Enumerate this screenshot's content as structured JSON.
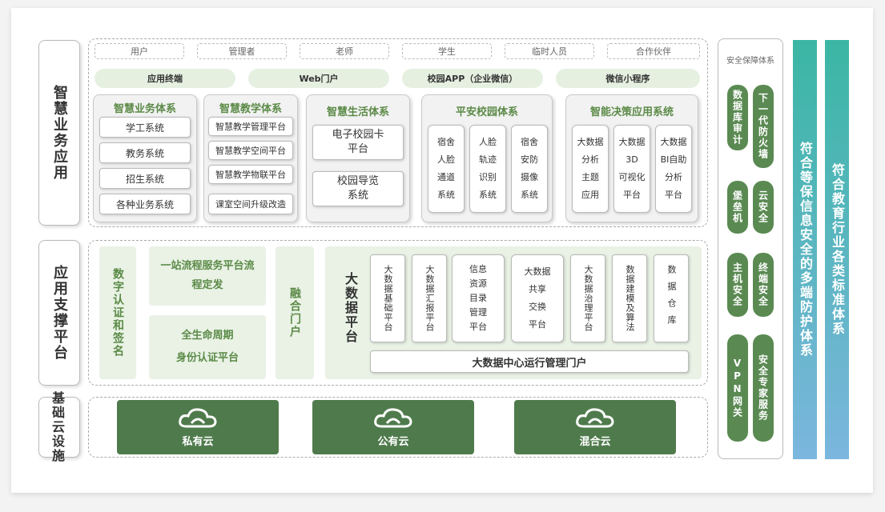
{
  "left_labels": {
    "smart_app": "智慧业务应用",
    "app_support": "应用支撑平台",
    "cloud_infra": "基础云设施"
  },
  "users": [
    "用户",
    "管理者",
    "老师",
    "学生",
    "临时人员",
    "合作伙伴"
  ],
  "channels": [
    "应用终端",
    "Web门户",
    "校园APP（企业微信）",
    "微信小程序"
  ],
  "biz_system": {
    "title": "智慧业务体系",
    "items": [
      "学工系统",
      "教务系统",
      "招生系统",
      "各种业务系统"
    ]
  },
  "teaching_system": {
    "title": "智慧教学体系",
    "items": [
      "智慧教学管理平台",
      "智慧教学空间平台",
      "智慧教学物联平台",
      "课室空间升级改造"
    ]
  },
  "life_system": {
    "title": "智慧生活体系",
    "items": [
      [
        "电子校园卡",
        "平台"
      ],
      [
        "校园导览",
        "系统"
      ]
    ]
  },
  "safe_campus": {
    "title": "平安校园体系",
    "items": [
      [
        "宿舍",
        "人脸",
        "通道",
        "系统"
      ],
      [
        "人脸",
        "轨迹",
        "识别",
        "系统"
      ],
      [
        "宿舍",
        "安防",
        "摄像",
        "系统"
      ]
    ]
  },
  "decision": {
    "title": "智能决策应用系统",
    "items": [
      [
        "大数据",
        "分析",
        "主题",
        "应用"
      ],
      [
        "大数据",
        "3D",
        "可视化",
        "平台"
      ],
      [
        "大数据",
        "BI自助",
        "分析",
        "平台"
      ]
    ]
  },
  "support": {
    "digital_auth": "数字认证和签名",
    "flow_platform": [
      "一站流程服务平台流",
      "程定发"
    ],
    "lifecycle": [
      "全生命周期",
      "身份认证平台"
    ],
    "fusion_portal": "融合门户",
    "bigdata_title": "大数据平台",
    "bigdata_items": [
      "大数据基础平台",
      "大数据汇报平台"
    ],
    "info_catalog": [
      "信息",
      "资源",
      "目录",
      "管理",
      "平台"
    ],
    "share_exchange": [
      "大数据",
      "共享",
      "交换",
      "平台"
    ],
    "bigdata_items2": [
      "大数据治理平台",
      "数据建模及算法",
      "数据仓库"
    ],
    "ops_portal": "大数据中心运行管理门户"
  },
  "clouds": [
    "私有云",
    "公有云",
    "混合云"
  ],
  "security": {
    "title": "安全保障体系",
    "items": [
      "数据库审计",
      "下一代防火墙",
      "堡垒机",
      "云安全",
      "主机安全",
      "终端安全",
      "VPN网关",
      "安全专家服务"
    ]
  },
  "standards": {
    "left": "符合等保信息安全的多端防护体系",
    "right": "符合教育行业各类标准体系"
  },
  "colors": {
    "dark_green": "#4f7b4c",
    "accent_green": "#5b8a47",
    "teal": "#3bb6a4"
  },
  "icons": {
    "cloud": "cloud-icon"
  }
}
